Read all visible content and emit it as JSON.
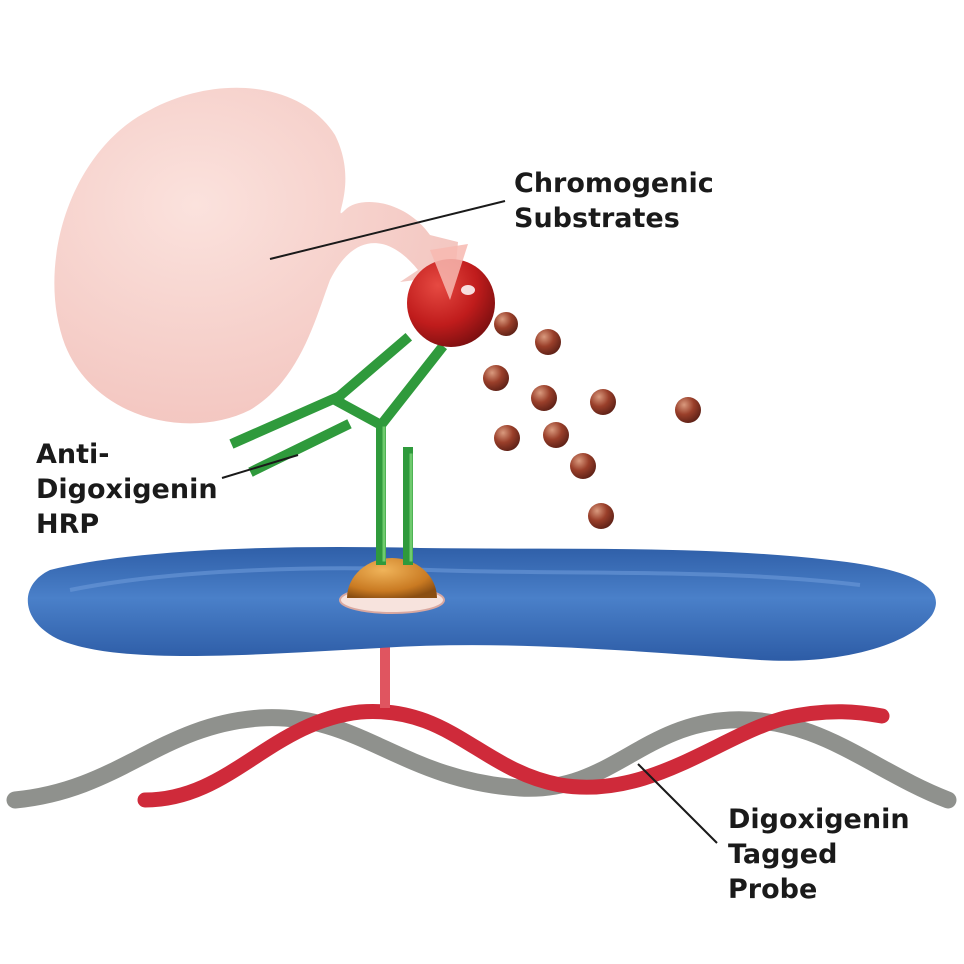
{
  "labels": {
    "chromogenic_substrates": [
      "Chromogenic",
      "Substrates"
    ],
    "anti_digoxigenin_hrp": [
      "Anti-",
      "Digoxigenin",
      "HRP"
    ],
    "digoxigenin_tagged_probe": [
      "Digoxigenin",
      "Tagged",
      "Probe"
    ]
  },
  "colors": {
    "background": "#ffffff",
    "substrate_cloud": "#f6cfc9",
    "hrp_enzyme": "#c4201f",
    "product_dots": "#8e3a28",
    "antibody": "#2f9a3c",
    "digoxigenin": "#d28a2a",
    "cell_membrane": "#3f72bd",
    "dna_strand": "#8f918d",
    "probe_strand": "#cf2a3a",
    "leader_lines": "#1a1a1a"
  },
  "icons": {
    "enzyme": "hrp-sphere-icon",
    "antibody": "y-antibody-icon",
    "hapten": "digoxigenin-bead-icon"
  }
}
